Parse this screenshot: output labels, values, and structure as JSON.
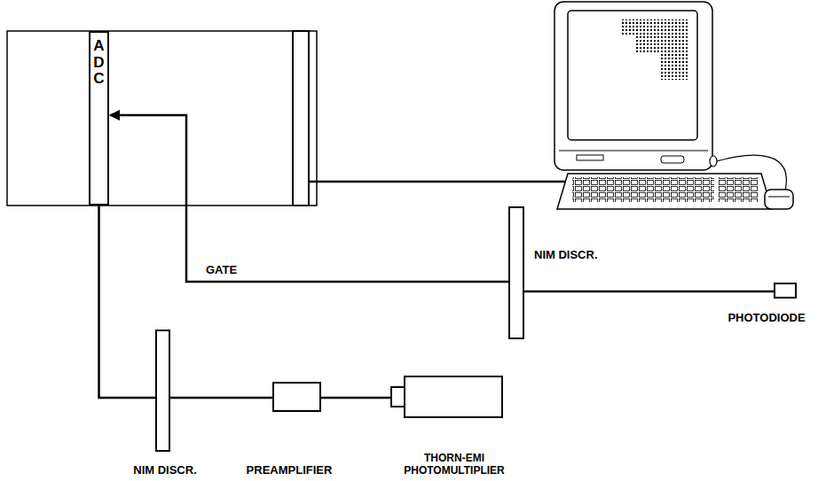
{
  "diagram": {
    "nodes": [
      {
        "text": [
          "ADC"
        ]
      },
      {
        "text": [
          "NIM DISCR."
        ]
      },
      {
        "text": [
          "PHOTODIODE"
        ]
      },
      {
        "text": [
          "NIM DISCR."
        ]
      },
      {
        "text": [
          "PREAMPLIFIER"
        ]
      },
      {
        "text": [
          "THORN-EMI PHOTOMULTIPLIER"
        ]
      }
    ],
    "edges": [
      {
        "from": 2,
        "to": 1,
        "arrow": "none"
      },
      {
        "from": 1,
        "to": 0,
        "arrow": "to",
        "label": "GATE"
      },
      {
        "from": 5,
        "to": 4,
        "arrow": "none"
      },
      {
        "from": 4,
        "to": 3,
        "arrow": "none"
      },
      {
        "from": 3,
        "to": 0,
        "arrow": "none"
      }
    ]
  }
}
